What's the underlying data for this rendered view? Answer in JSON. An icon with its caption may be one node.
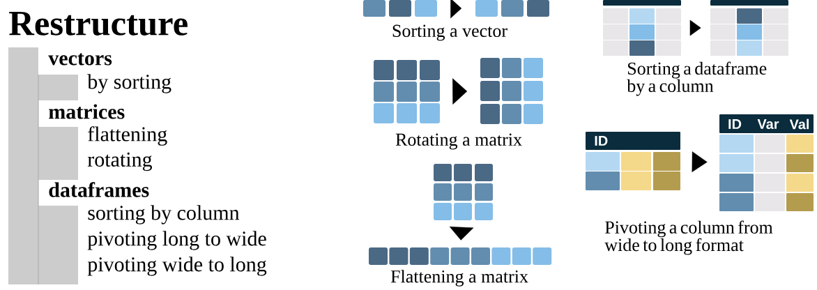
{
  "diagram": {
    "title": "Restructure",
    "nodes": [
      {
        "text": [],
        "shape": "grid"
      },
      {
        "text": [],
        "shape": "grid"
      },
      {
        "text": [],
        "shape": "grid"
      },
      {
        "text": [],
        "shape": "grid"
      },
      {
        "text": [],
        "shape": "grid"
      },
      {
        "text": [],
        "shape": "grid"
      },
      {
        "text": [],
        "shape": "table"
      },
      {
        "text": [],
        "shape": "table"
      },
      {
        "text": [
          "ID"
        ]
      },
      {
        "text": [
          "ID",
          "Var",
          "Val"
        ]
      }
    ],
    "edges": [
      {
        "from": 0,
        "to": 1,
        "arrow": "to"
      },
      {
        "from": 2,
        "to": 3,
        "arrow": "to"
      },
      {
        "from": 4,
        "to": 5,
        "arrow": "to"
      },
      {
        "from": 6,
        "to": 7,
        "arrow": "to"
      },
      {
        "from": 8,
        "to": 9,
        "arrow": "to"
      }
    ],
    "labels": [
      "vectors",
      "by sorting",
      "matrices",
      "flattening",
      "rotating",
      "dataframes",
      "sorting by column",
      "pivoting long to wide",
      "pivoting wide to long",
      "Sorting a vector",
      "Rotating a matrix",
      "Flattening a matrix",
      "Sorting a dataframe by a column",
      "Pivoting a column from wide to long format"
    ]
  }
}
